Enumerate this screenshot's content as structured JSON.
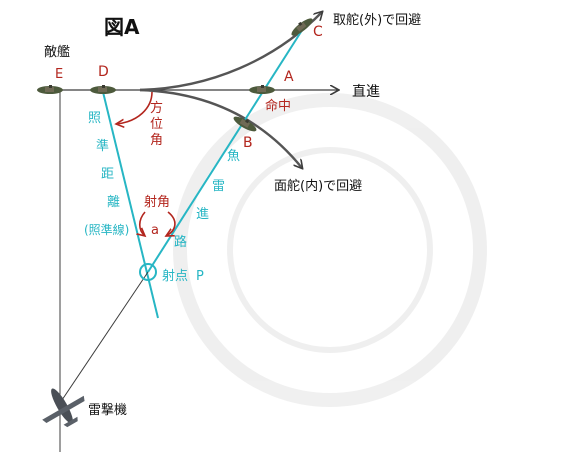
{
  "figure": {
    "title": "図A"
  },
  "labels": {
    "enemy_ship": "敵艦",
    "point_e": "E",
    "point_d": "D",
    "point_c": "C",
    "point_a": "A",
    "point_b": "B",
    "point_p": "P",
    "straight": "直進",
    "hit": "命中",
    "evade_outer": "取舵(外)で回避",
    "evade_inner": "面舵(内)で回避",
    "bearing_angle": [
      "方",
      "位",
      "角"
    ],
    "aim_distance": [
      "照",
      "準",
      "距",
      "離"
    ],
    "aim_line": "(照準線)",
    "firing_angle": "射角",
    "alpha": "a",
    "firing_point": "射点",
    "torpedo_path": [
      "魚",
      "雷",
      "進",
      "路"
    ],
    "torpedo_bomber": "雷撃機"
  },
  "colors": {
    "red": "#b3261e",
    "cyan": "#27b6c4",
    "line_dark": "#3c3c3c",
    "track_gray": "#555555",
    "ship": "#4d5a3c"
  }
}
